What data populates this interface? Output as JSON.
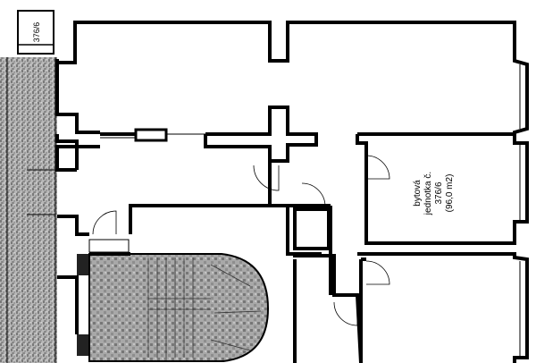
{
  "plan": {
    "tag_label": "376/6",
    "unit": {
      "line1": "bytová",
      "line2": "jednotka č.",
      "line3": "376/6",
      "line4": "(96,0 m2)"
    }
  }
}
